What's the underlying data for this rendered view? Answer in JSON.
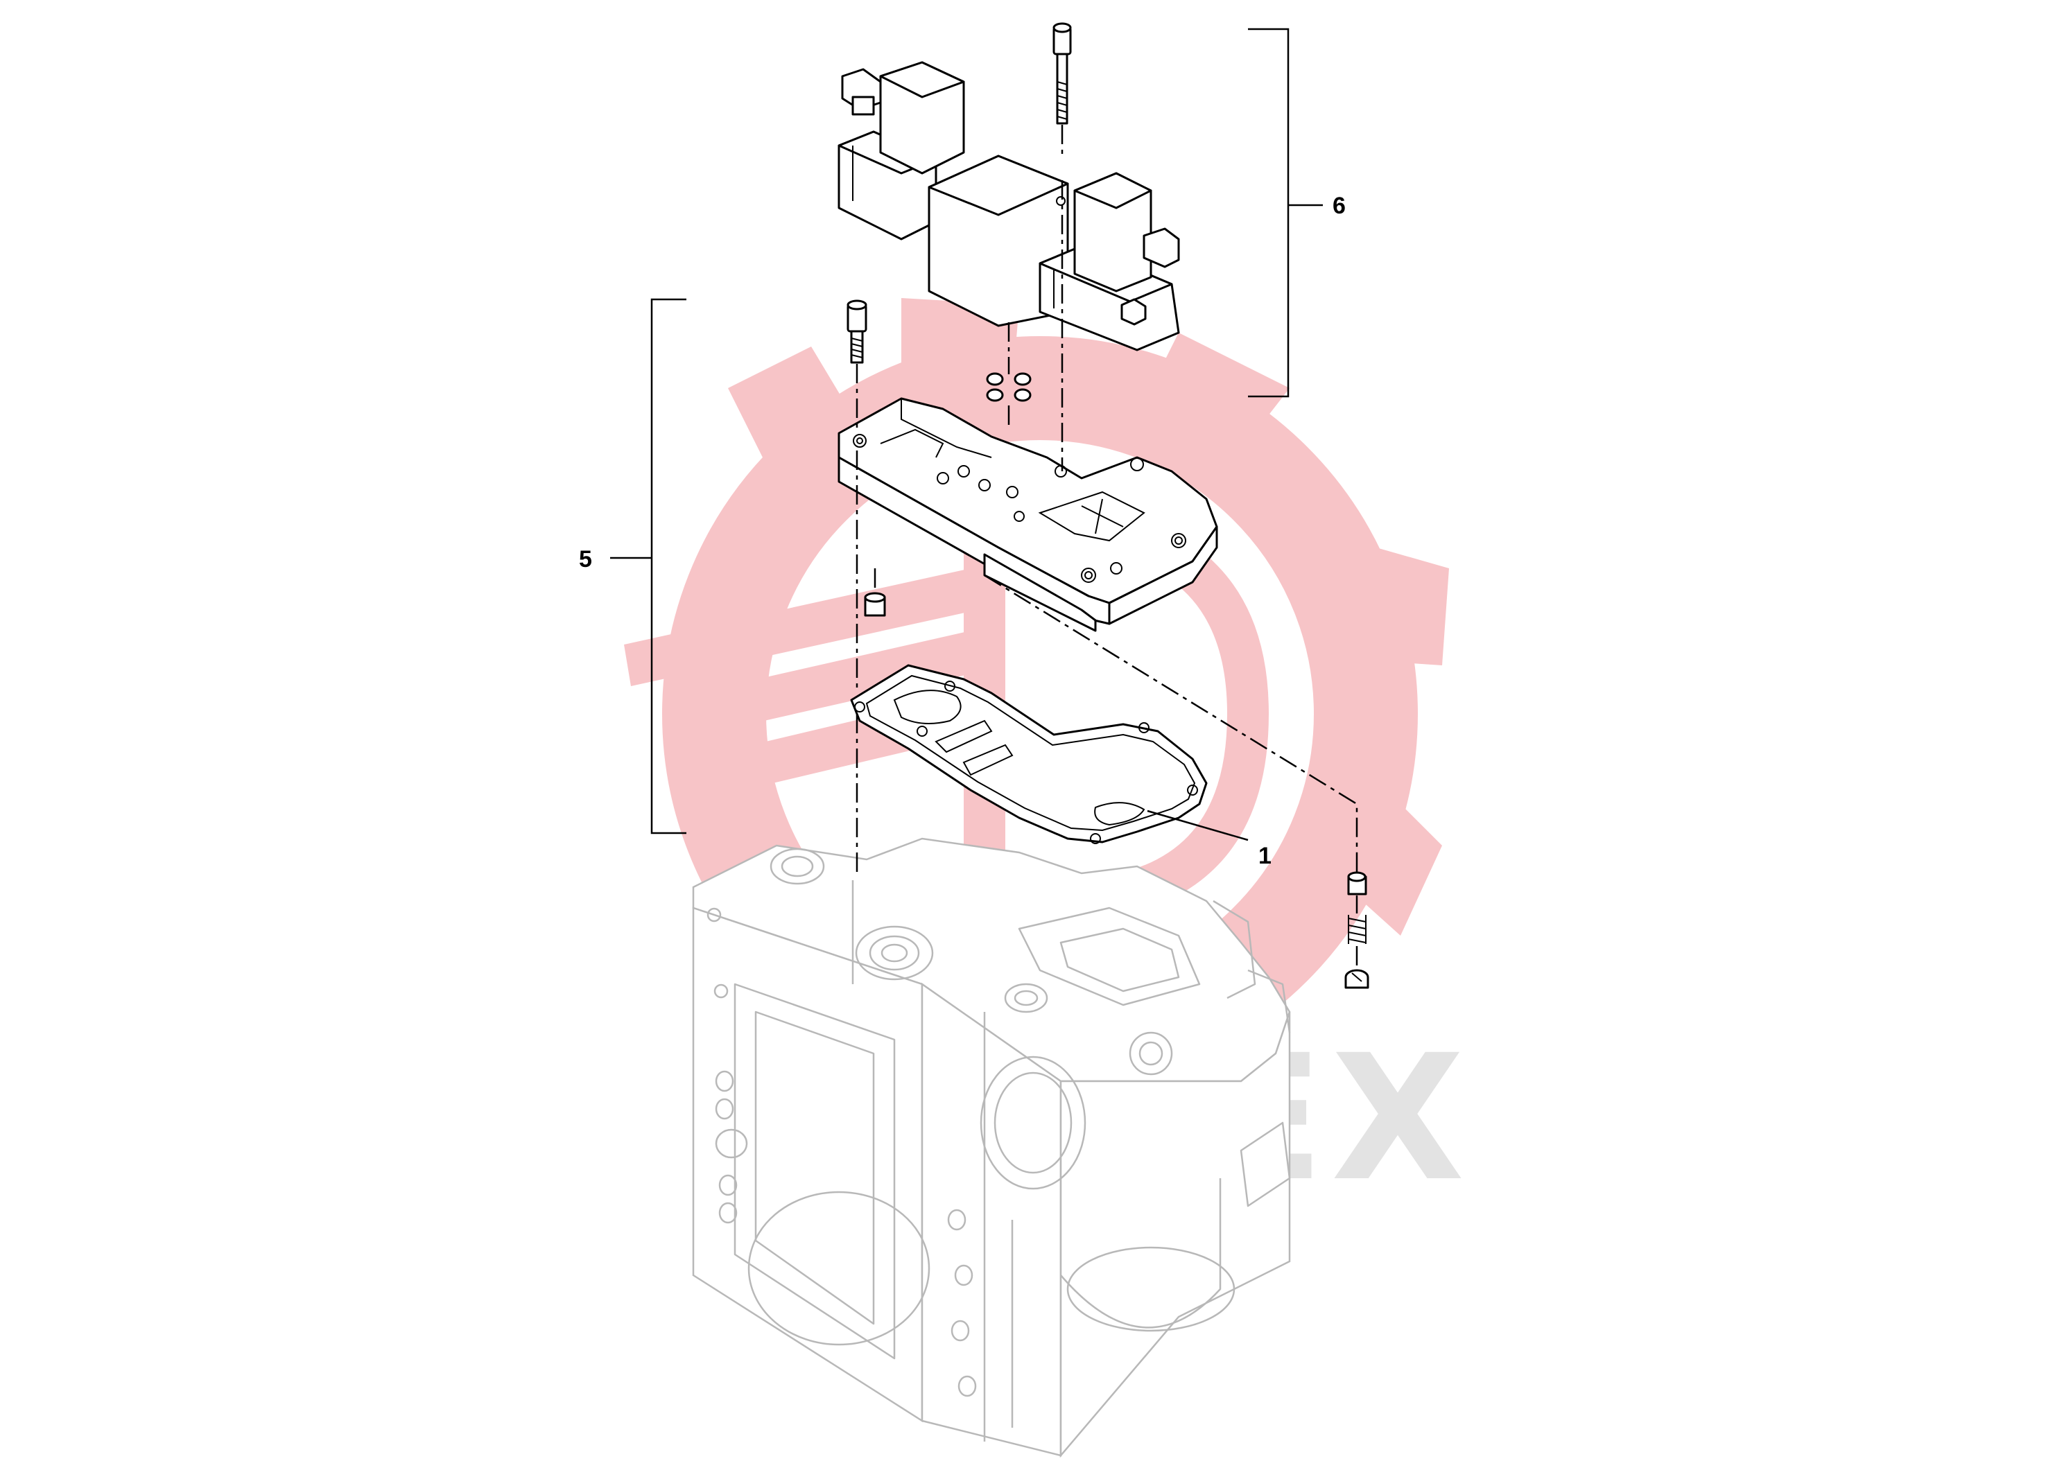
{
  "watermark": {
    "text": "ИНТЕХ",
    "logo_color": "#f7c4c7",
    "text_color": "#e3e3e3"
  },
  "callouts": [
    {
      "id": "callout-6",
      "label": "6"
    },
    {
      "id": "callout-5",
      "label": "5"
    },
    {
      "id": "callout-1",
      "label": "1"
    }
  ],
  "parts": {
    "valve_assembly": "solenoid-valve-assembly",
    "plate": "valve-mounting-plate",
    "gasket": "gasket",
    "housing": "pump-housing"
  },
  "colors": {
    "line": "#000000",
    "background_part": "#b8b8b8"
  }
}
